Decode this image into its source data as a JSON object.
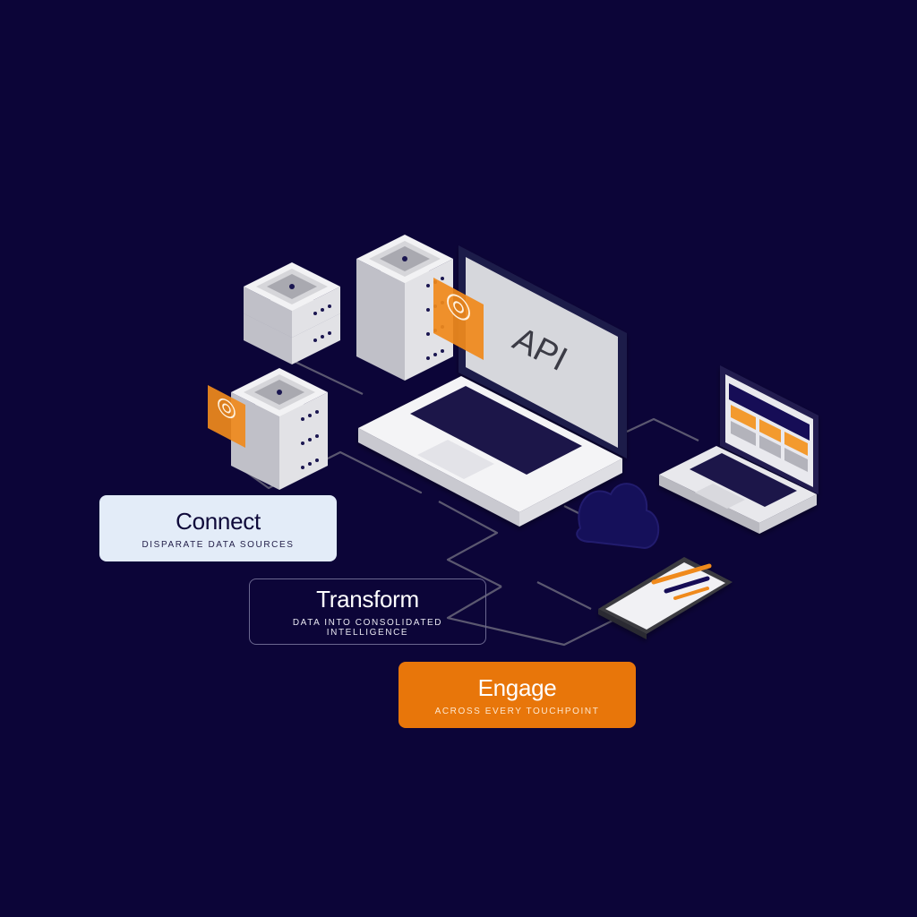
{
  "steps": [
    {
      "title": "Connect",
      "subtitle": "DISPARATE DATA SOURCES"
    },
    {
      "title": "Transform",
      "subtitle": "DATA INTO CONSOLIDATED INTELLIGENCE"
    },
    {
      "title": "Engage",
      "subtitle": "ACROSS EVERY TOUCHPOINT"
    }
  ],
  "laptop_screen_text": "API",
  "colors": {
    "background": "#0c0538",
    "accent_orange": "#e8760a",
    "server_light": "#e9e9ec",
    "server_shadow": "#b8b8c0",
    "connect_card": "#e3ecf8",
    "navy": "#161057",
    "line": "#5b5870"
  },
  "icons": [
    "server-stack-icon",
    "gear-icon",
    "laptop-icon",
    "cloud-icon",
    "smartphone-icon"
  ]
}
